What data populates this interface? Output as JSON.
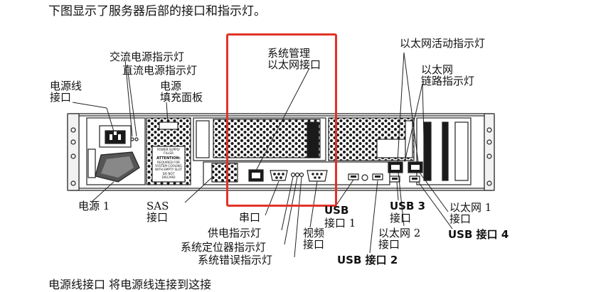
{
  "heading": "下图显示了服务器后部的接口和指示灯。",
  "cut_text": "电源线接口    将电源线连接到这接",
  "labels": {
    "ac_led": "交流电源指示灯",
    "dc_led": "直流电源指示灯",
    "power_cord_l1": "电源线",
    "power_cord_l2": "接口",
    "psu_filler_l1": "电源",
    "psu_filler_l2": "填充面板",
    "mgmt_l1": "系统管理",
    "mgmt_l2": "以太网接口",
    "eth_activity": "以太网活动指示灯",
    "eth_link_l1": "以太网",
    "eth_link_l2": "链路指示灯",
    "psu1": "电源 1",
    "sas_l1": "SAS",
    "sas_l2": "接口",
    "serial": "串口",
    "power_led": "供电指示灯",
    "locator_led": "系统定位器指示灯",
    "error_led": "系统错误指示灯",
    "usb1_l1": "USB",
    "usb1_l2": "接口 1",
    "video_l1": "视频",
    "video_l2": "接口",
    "usb3_l1": "USB 3",
    "usb3_l2": "接口",
    "eth2_l1": "以太网 2",
    "eth2_l2": "接口",
    "eth1_l1": "以太网 1",
    "eth1_l2": "接口",
    "usb4": "USB 接口 4",
    "usb2": "USB 接口 2"
  },
  "filler_card": {
    "l1": "POWER SUPPLY",
    "l2": "FILLER",
    "l3": "ATTENTION:",
    "l4": "REQUIRED FOR",
    "l5": "SYSTEM COOLING",
    "l6": "WITH EMPTY SLOT",
    "l7": "DO NOT",
    "l8": "DISCARD"
  },
  "colors": {
    "highlight": "#e23228",
    "line": "#222222"
  }
}
